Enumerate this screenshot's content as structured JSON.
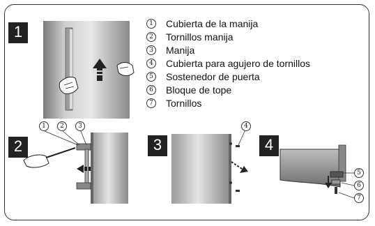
{
  "steps": [
    "1",
    "2",
    "3",
    "4"
  ],
  "legend": [
    {
      "num": "1",
      "text": "Cubierta de la manija"
    },
    {
      "num": "2",
      "text": "Tornillos manija"
    },
    {
      "num": "3",
      "text": "Manija"
    },
    {
      "num": "4",
      "text": "Cubierta para agujero de tornillos"
    },
    {
      "num": "5",
      "text": "Sostenedor de puerta"
    },
    {
      "num": "6",
      "text": "Bloque de tope"
    },
    {
      "num": "7",
      "text": "Tornillos"
    }
  ],
  "callouts": [
    "1",
    "2",
    "3",
    "4",
    "5",
    "6",
    "7"
  ]
}
